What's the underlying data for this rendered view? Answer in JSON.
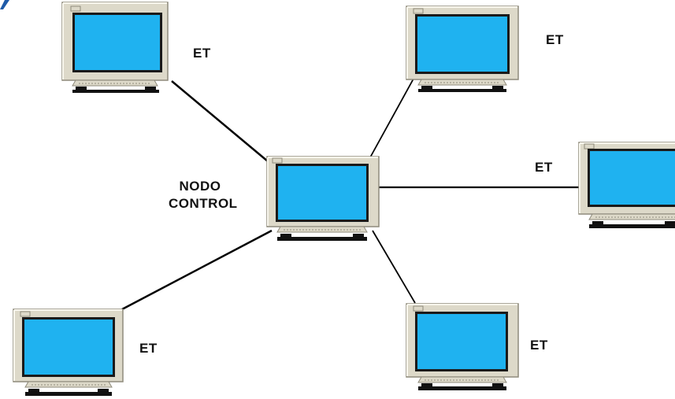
{
  "diagram": {
    "center_node": {
      "label_line1": "NODO",
      "label_line2": "CONTROL"
    },
    "terminals": [
      {
        "label": "ET"
      },
      {
        "label": "ET"
      },
      {
        "label": "ET"
      },
      {
        "label": "ET"
      },
      {
        "label": "ET"
      }
    ]
  },
  "colors": {
    "screen": "#1fb2f0",
    "screen_frame": "#1a1a1a",
    "case": "#ddd9c9",
    "case_shadow": "#8f8b7c",
    "case_highlight": "#f7f5ec",
    "link": "#000000",
    "accent": "#1e5aa8"
  }
}
